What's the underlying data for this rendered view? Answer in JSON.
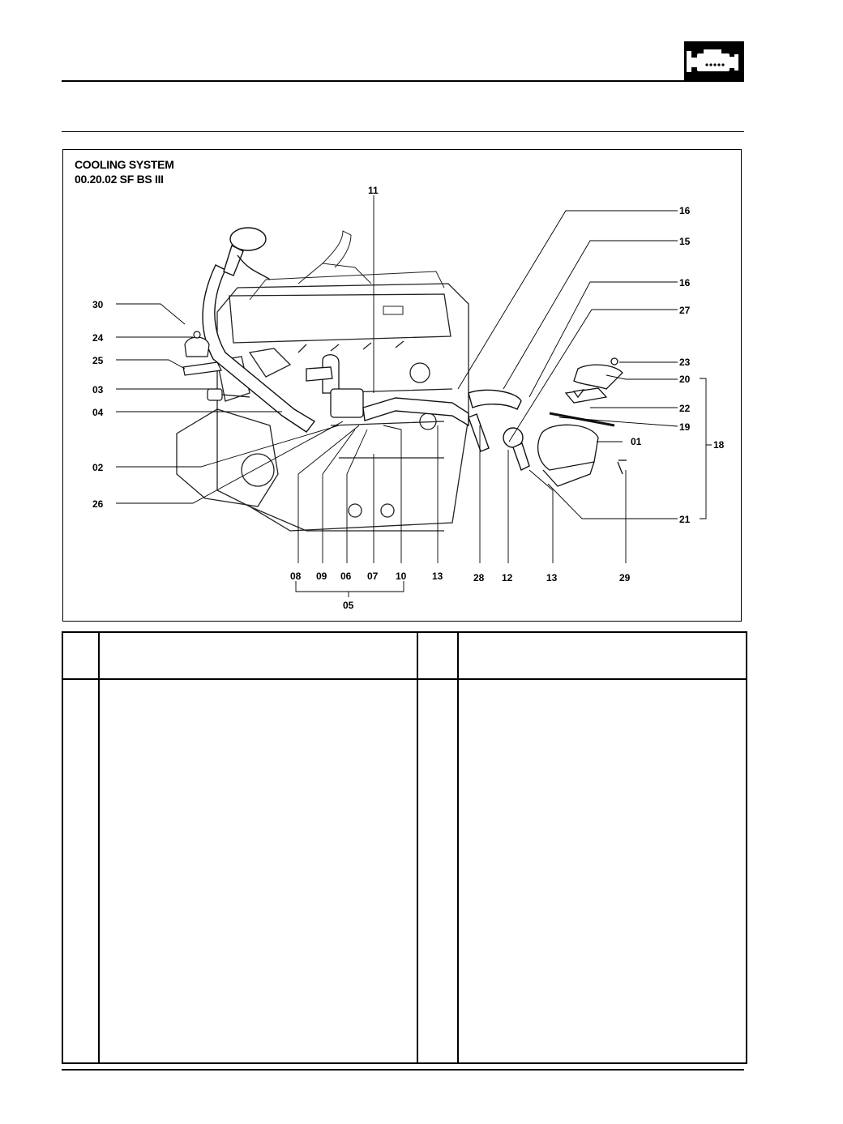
{
  "figure": {
    "title": "COOLING SYSTEM",
    "code": "00.20.02 SF BS III",
    "callouts": {
      "c11": "11",
      "c16a": "16",
      "c15": "15",
      "c16b": "16",
      "c27": "27",
      "c23": "23",
      "c20": "20",
      "c22": "22",
      "c19": "19",
      "c01": "01",
      "c18": "18",
      "c21": "21",
      "c30": "30",
      "c24": "24",
      "c25": "25",
      "c03": "03",
      "c04": "04",
      "c02": "02",
      "c26": "26",
      "c08": "08",
      "c09": "09",
      "c06": "06",
      "c07": "07",
      "c10": "10",
      "c13a": "13",
      "c28": "28",
      "c12": "12",
      "c13b": "13",
      "c29": "29",
      "c05": "05"
    }
  },
  "header": {
    "icon": "engine-icon"
  },
  "parts_table": {
    "headers": [
      "",
      "",
      "",
      ""
    ],
    "rows": [
      [
        "",
        "",
        "",
        ""
      ]
    ]
  }
}
